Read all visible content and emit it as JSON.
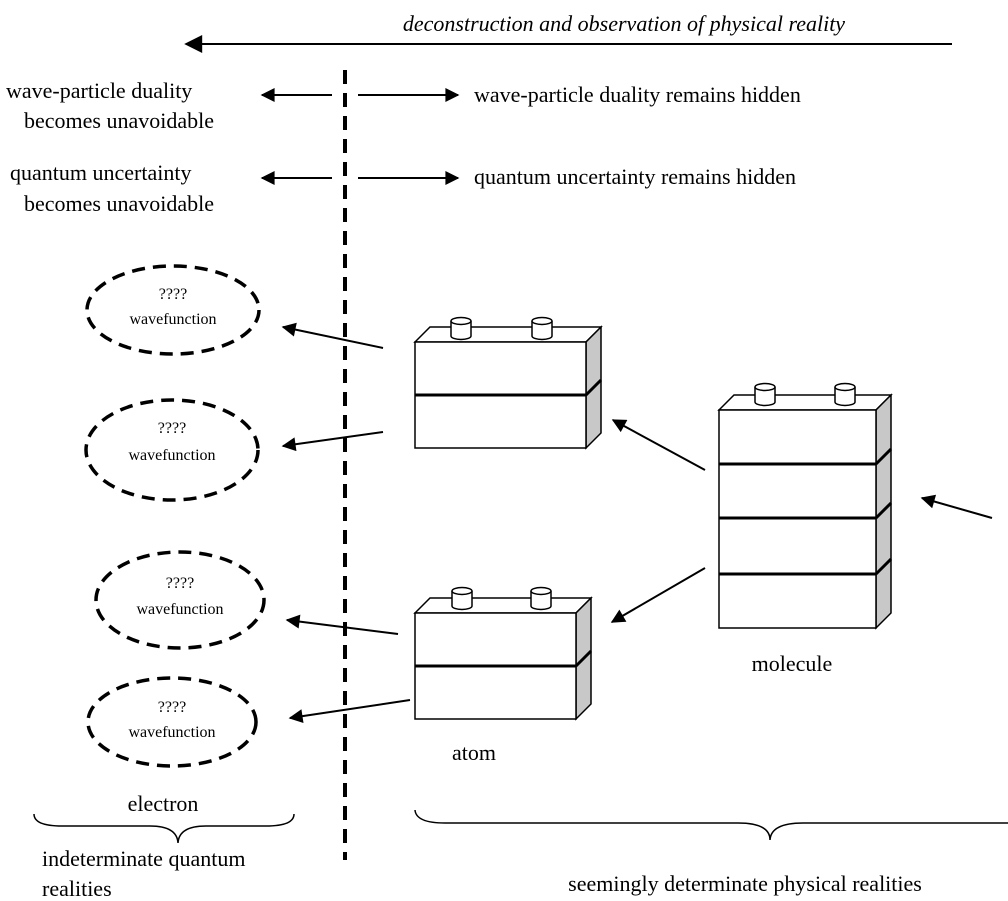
{
  "header": {
    "title": "deconstruction and observation of physical reality"
  },
  "rows": [
    {
      "left_line1": "wave-particle duality",
      "left_line2": "becomes unavoidable",
      "right": "wave-particle duality remains hidden"
    },
    {
      "left_line1": "quantum uncertainty",
      "left_line2": "becomes unavoidable",
      "right": "quantum uncertainty remains hidden"
    }
  ],
  "wavefunctions": [
    {
      "line1": "????",
      "line2": "wavefunction"
    },
    {
      "line1": "????",
      "line2": "wavefunction"
    },
    {
      "line1": "????",
      "line2": "wavefunction"
    },
    {
      "line1": "????",
      "line2": "wavefunction"
    }
  ],
  "labels": {
    "molecule": "molecule",
    "atom": "atom",
    "electron": "electron",
    "quantum_line1": "indeterminate quantum",
    "quantum_line2": "realities",
    "physical": "seemingly determinate physical realities"
  }
}
